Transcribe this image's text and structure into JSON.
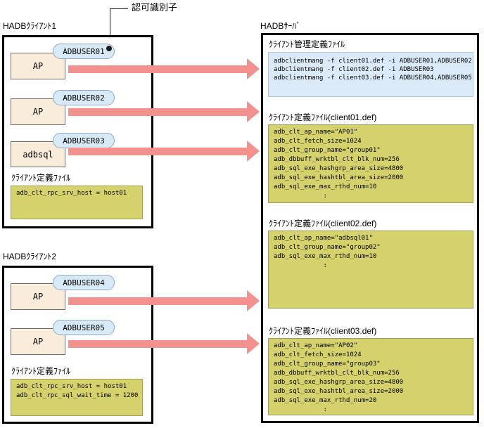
{
  "annotation": {
    "label": "認可識別子"
  },
  "client1": {
    "title": "HADBｸﾗｲｱﾝﾄ1",
    "processes": [
      {
        "name": "AP",
        "badge": "ADBUSER01"
      },
      {
        "name": "AP",
        "badge": "ADBUSER02"
      },
      {
        "name": "adbsql",
        "badge": "ADBUSER03"
      }
    ],
    "def_label": "ｸﾗｲｱﾝﾄ定義ﾌｧｲﾙ",
    "def_lines": [
      "adb_clt_rpc_srv_host = host01"
    ]
  },
  "client2": {
    "title": "HADBｸﾗｲｱﾝﾄ2",
    "processes": [
      {
        "name": "AP",
        "badge": "ADBUSER04"
      },
      {
        "name": "AP",
        "badge": "ADBUSER05"
      }
    ],
    "def_label": "ｸﾗｲｱﾝﾄ定義ﾌｧｲﾙ",
    "def_lines": [
      "adb_clt_rpc_srv_host = host01",
      "adb_clt_rpc_sql_wait_time = 1200"
    ]
  },
  "server": {
    "title": "HADBｻｰﾊﾞ",
    "mang_heading": "ｸﾗｲｱﾝﾄ管理定義ﾌｧｲﾙ",
    "mang_lines": [
      "adbclientmang -f client01.def -i ADBUSER01,ADBUSER02",
      "adbclientmang -f client02.def -i ADBUSER03",
      "adbclientmang -f client03.def -i ADBUSER04,ADBUSER05"
    ],
    "defs": [
      {
        "heading": "ｸﾗｲｱﾝﾄ定義ﾌｧｲﾙ(client01.def)",
        "lines": [
          "adb_clt_ap_name=\"AP01\"",
          "adb_clt_fetch_size=1024",
          "adb_clt_group_name=\"group01\"",
          "adb_dbbuff_wrktbl_clt_blk_num=256",
          "adb_sql_exe_hashgrp_area_size=4800",
          "adb_sql_exe_hashtbl_area_size=2000",
          "adb_sql_exe_max_rthd_num=10",
          "             :"
        ]
      },
      {
        "heading": "ｸﾗｲｱﾝﾄ定義ﾌｧｲﾙ(client02.def)",
        "lines": [
          "adb_clt_ap_name=\"adbsql01\"",
          "adb_clt_group_name=\"group02\"",
          "adb_sql_exe_max_rthd_num=10",
          "             :"
        ]
      },
      {
        "heading": "ｸﾗｲｱﾝﾄ定義ﾌｧｲﾙ(client03.def)",
        "lines": [
          "adb_clt_ap_name=\"AP02\"",
          "adb_clt_fetch_size=1024",
          "adb_clt_group_name=\"group03\"",
          "adb_dbbuff_wrktbl_clt_blk_num=256",
          "adb_sql_exe_hashgrp_area_size=4800",
          "adb_sql_exe_hashtbl_area_size=2000",
          "adb_sql_exe_max_rthd_num=20",
          "             :"
        ]
      }
    ]
  },
  "colors": {
    "arrow": "#f2918d",
    "badge_fill": "#d8e9f7",
    "badge_border": "#8fa8c0",
    "process_fill": "#faecdb",
    "mang_box_fill": "#daeaf8",
    "mang_box_border": "#a9c9e5",
    "def_box_fill": "#d5d26e",
    "def_box_border": "#9d9d55",
    "box_border": "#000000"
  }
}
